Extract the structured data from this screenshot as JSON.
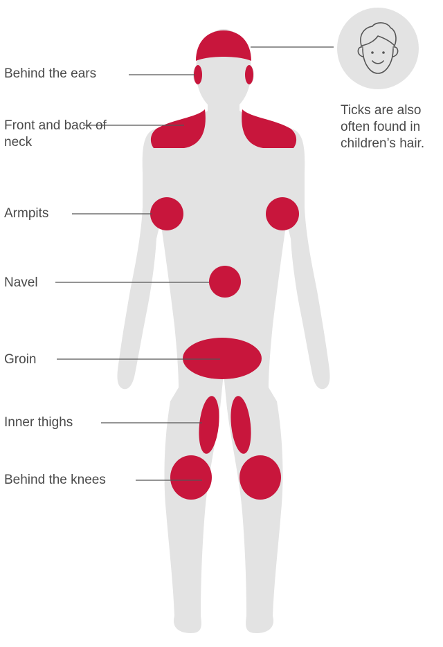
{
  "labels": {
    "ears": "Behind the ears",
    "neck": "Front and back of neck",
    "armpits": "Armpits",
    "navel": "Navel",
    "groin": "Groin",
    "inner_thighs": "Inner thighs",
    "knees": "Behind the knees"
  },
  "child_note": "Ticks are also often found in children’s hair.",
  "colors": {
    "body": "#e3e3e3",
    "highlight": "#c8163c",
    "text": "#4a4a4a",
    "line": "#555555"
  },
  "icons": {
    "child_face": "child-face-icon"
  }
}
